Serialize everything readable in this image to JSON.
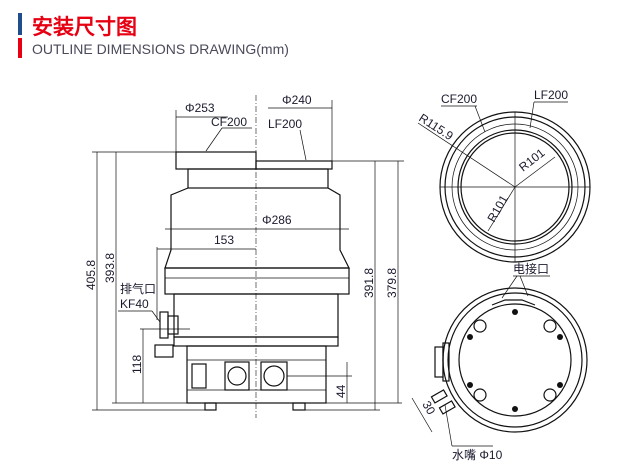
{
  "header": {
    "title": "安装尺寸图",
    "subtitle": "OUTLINE  DIMENSIONS DRAWING(mm)",
    "accent_blue": "#1f4e8c",
    "accent_red": "#e60012"
  },
  "side_view": {
    "phi253": "Φ253",
    "phi240": "Φ240",
    "cf200": "CF200",
    "lf200": "LF200",
    "phi286": "Φ286",
    "d153": "153",
    "exhaust_label": "排气口",
    "exhaust_kf": "KF40",
    "h405": "405.8",
    "h393": "393.8",
    "h118": "118",
    "h44": "44",
    "h391": "391.8",
    "h379": "379.8"
  },
  "top_view": {
    "cf200": "CF200",
    "lf200": "LF200",
    "r115": "R115.9",
    "r101a": "R101",
    "r101b": "R101"
  },
  "bottom_view": {
    "electrical": "电接口",
    "water": "水嘴 Φ10",
    "d30": "30"
  }
}
